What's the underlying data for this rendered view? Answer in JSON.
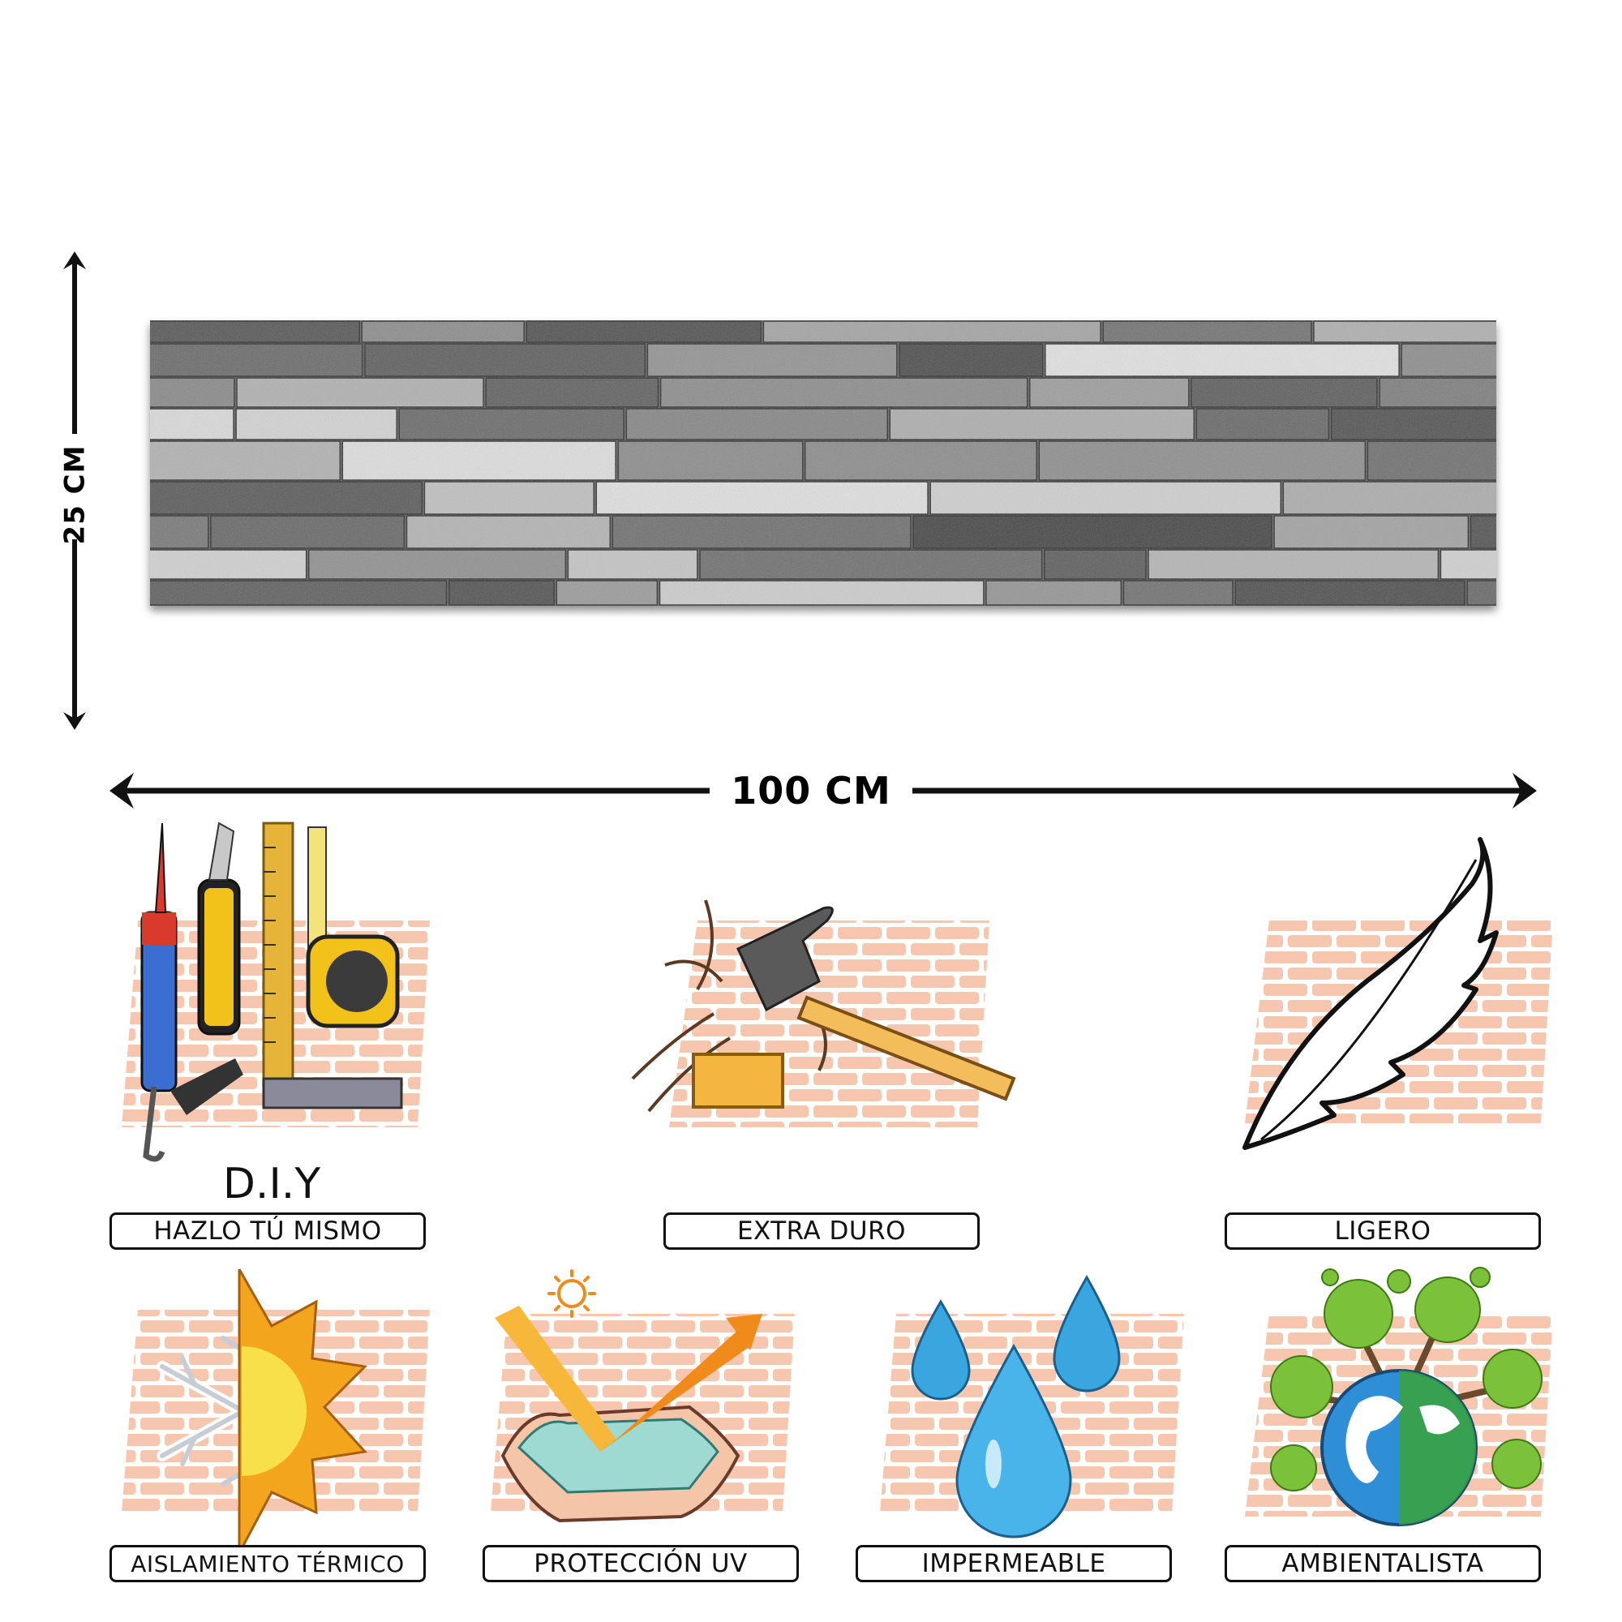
{
  "dimensions": {
    "height_label": "25 CM",
    "width_label": "100 CM"
  },
  "product": {
    "texture": "gray stacked stone panel"
  },
  "features": [
    {
      "label": "HAZLO TÚ MISMO",
      "caption": "D.I.Y",
      "icon": "diy-tools-icon"
    },
    {
      "label": "EXTRA DURO",
      "icon": "hammer-icon"
    },
    {
      "label": "LIGERO",
      "icon": "feather-icon"
    },
    {
      "label": "AISLAMIENTO TÉRMICO",
      "icon": "snowflake-sun-icon"
    },
    {
      "label": "PROTECCIÓN UV",
      "icon": "uv-shield-icon"
    },
    {
      "label": "IMPERMEABLE",
      "icon": "water-drops-icon"
    },
    {
      "label": "AMBIENTALISTA",
      "icon": "eco-globe-icon"
    }
  ],
  "colors": {
    "brick": "#f6c7ae",
    "mortar": "#ffffff",
    "stone_dark": "#4a4a4a",
    "stone_light": "#d9d9d9"
  }
}
